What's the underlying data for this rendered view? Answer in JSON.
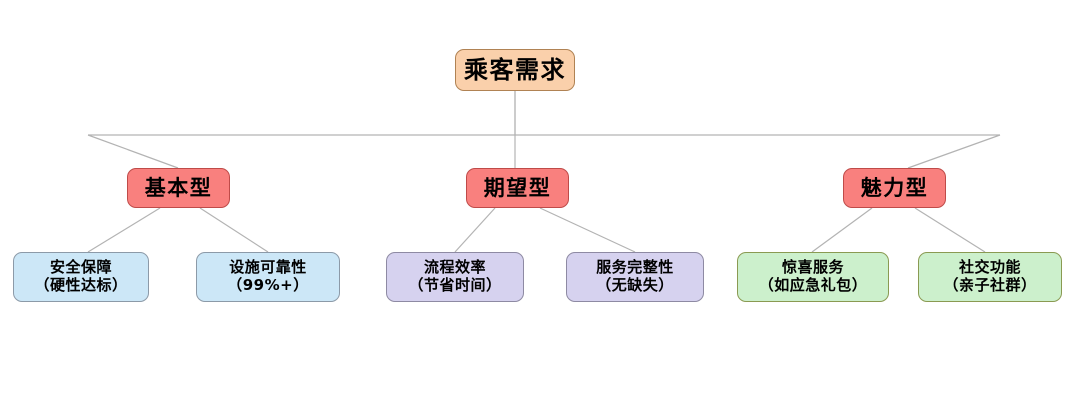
{
  "diagram": {
    "title": "乘客需求",
    "root": {
      "label": "乘客需求",
      "color": "#fad0ab"
    },
    "categories": [
      {
        "label": "基本型",
        "color": "#f9807e"
      },
      {
        "label": "期望型",
        "color": "#f9807e"
      },
      {
        "label": "魅力型",
        "color": "#f9807e"
      }
    ],
    "leaves": [
      {
        "line1": "安全保障",
        "line2": "（硬性达标）",
        "color": "#cce7f7"
      },
      {
        "line1": "设施可靠性",
        "line2": "（99%+）",
        "color": "#cce7f7"
      },
      {
        "line1": "流程效率",
        "line2": "（节省时间）",
        "color": "#d6d2ef"
      },
      {
        "line1": "服务完整性",
        "line2": "（无缺失）",
        "color": "#d6d2ef"
      },
      {
        "line1": "惊喜服务",
        "line2": "（如应急礼包）",
        "color": "#ccf0cc"
      },
      {
        "line1": "社交功能",
        "line2": "（亲子社群）",
        "color": "#ccf0cc"
      }
    ],
    "edge_color": "#b0b0b0"
  }
}
